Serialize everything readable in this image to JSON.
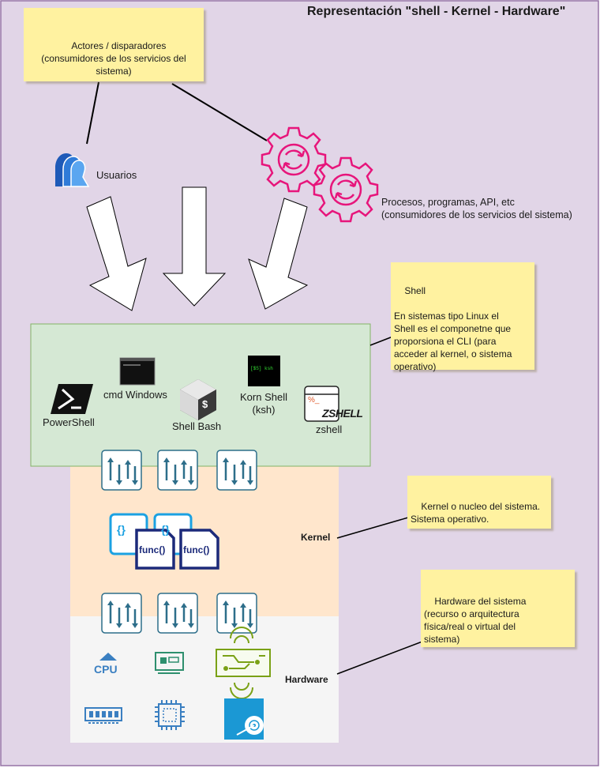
{
  "title": "Representación \"shell - Kernel - Hardware\"",
  "colors": {
    "background": "#e1d5e7",
    "border": "#9673a6",
    "shell_box": "#d5e8d4",
    "shell_border": "#82b366",
    "kernel_box": "#ffe6cc",
    "hardware_box": "#f5f5f5",
    "note": "#fff2a0",
    "process_gear": "#e7157b",
    "func_blue": "#1f5aa8",
    "io_arrows": "#2d6e8a",
    "hw_blue": "#3a7fc1",
    "hw_green": "#2e8f6e"
  },
  "notes": {
    "actors": "Actores / disparadores\n(consumidores de los servicios del\nsistema)",
    "shell": "Shell\n\nEn sistemas tipo Linux el\nShell es el componetne que\nproporsiona el CLI (para\nacceder al kernel, o sistema\noperativo)",
    "kernel": "Kernel o nucleo del sistema.\nSistema operativo.",
    "hardware": "Hardware del sistema\n(recurso o arquitectura\nfísica/real o virtual del\nsistema)"
  },
  "labels": {
    "users": "Usuarios",
    "processes": "Procesos, programas, API, etc\n(consumidores de los servicios del sistema)",
    "kernel": "Kernel",
    "hardware": "Hardware"
  },
  "shells": {
    "powershell": "PowerShell",
    "cmd": "cmd Windows",
    "bash": "Shell Bash",
    "korn": "Korn Shell\n(ksh)",
    "zshell": "zshell",
    "zshell_logo": "ZSHELL",
    "zshell_prompt": "%_",
    "korn_screen": "[$S] ksh",
    "bash_symbol": "$"
  },
  "kernel_icons": {
    "func_label": "func()",
    "brace_label": "{}"
  },
  "hardware_icons": {
    "cpu_label": "CPU"
  },
  "icons": [
    "users-icon",
    "gear-icon",
    "powershell-icon",
    "terminal-icon",
    "bash-icon",
    "ksh-icon",
    "zsh-icon",
    "io-arrows-icon",
    "function-icon",
    "cpu-icon",
    "network-card-icon",
    "circuit-board-icon",
    "memory-icon",
    "chip-icon",
    "disk-icon"
  ]
}
